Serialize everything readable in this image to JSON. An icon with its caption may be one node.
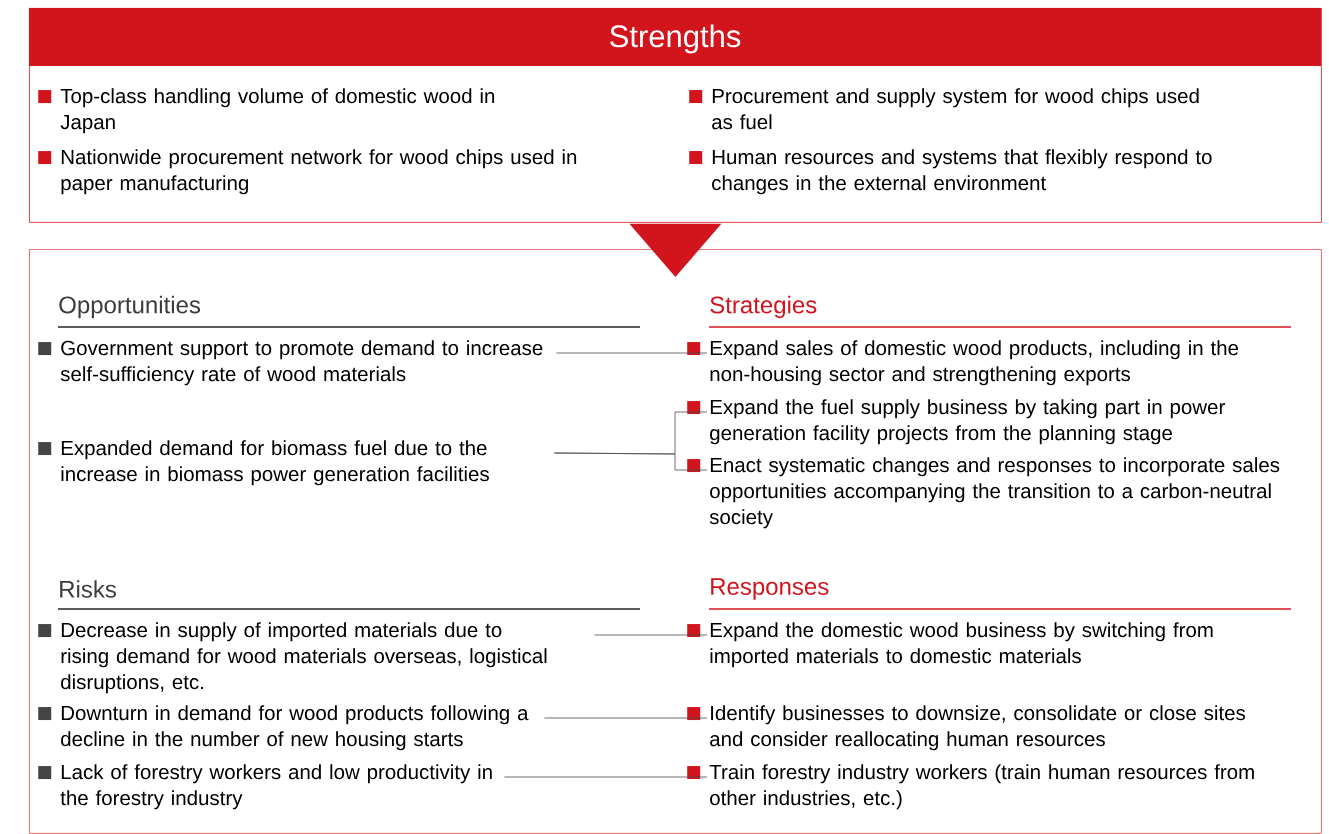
{
  "diagram": {
    "nodes": [
      {
        "text": [
          "Strengths",
          "Top-class handling volume of domestic wood in Japan",
          "Nationwide procurement network for wood chips used in paper manufacturing",
          "Procurement and supply system for wood chips used as fuel",
          "Human resources and systems that flexibly respond to changes in the external environment"
        ]
      },
      {
        "text": [],
        "shape": "box"
      },
      {
        "text": [
          "Government support to promote demand to increase self-sufficiency rate of wood materials"
        ],
        "in": 1
      },
      {
        "text": [
          "Expanded demand for biomass fuel due to the increase in biomass power generation facilities"
        ],
        "in": 1
      },
      {
        "text": [
          "Expand sales of domestic wood products, including in the non-housing sector and strengthening exports"
        ],
        "in": 1
      },
      {
        "text": [
          "Expand the fuel supply business by taking part in power generation facility projects from the planning stage"
        ],
        "in": 1
      },
      {
        "text": [
          "Enact systematic changes and responses to incorporate sales opportunities accompanying the transition to a carbon-neutral society"
        ],
        "in": 1
      },
      {
        "text": [
          "Decrease in supply of imported materials due to rising demand for wood materials overseas, logistical disruptions, etc."
        ],
        "in": 1
      },
      {
        "text": [
          "Downturn in demand for wood products following a decline in the number of new housing starts"
        ],
        "in": 1
      },
      {
        "text": [
          "Lack of forestry workers and low productivity in the forestry industry"
        ],
        "in": 1
      },
      {
        "text": [
          "Expand the domestic wood business by switching from imported materials to domestic materials"
        ],
        "in": 1
      },
      {
        "text": [
          "Identify businesses to downsize, consolidate or close sites and consider reallocating human resources"
        ],
        "in": 1
      },
      {
        "text": [
          "Train forestry industry workers (train human resources from other industries, etc.)"
        ],
        "in": 1
      }
    ],
    "edges": [
      {
        "from": 0,
        "to": 1,
        "arrow": "to",
        "color": "#d2141d"
      },
      {
        "from": 2,
        "to": 4,
        "arrow": "none"
      },
      {
        "from": 3,
        "to": 5,
        "arrow": "none"
      },
      {
        "from": 3,
        "to": 6,
        "arrow": "none"
      },
      {
        "from": 7,
        "to": 10,
        "arrow": "none"
      },
      {
        "from": 8,
        "to": 11,
        "arrow": "none"
      },
      {
        "from": 9,
        "to": 12,
        "arrow": "none"
      }
    ],
    "labels": [
      "Opportunities",
      "Strategies",
      "Risks",
      "Responses"
    ]
  }
}
